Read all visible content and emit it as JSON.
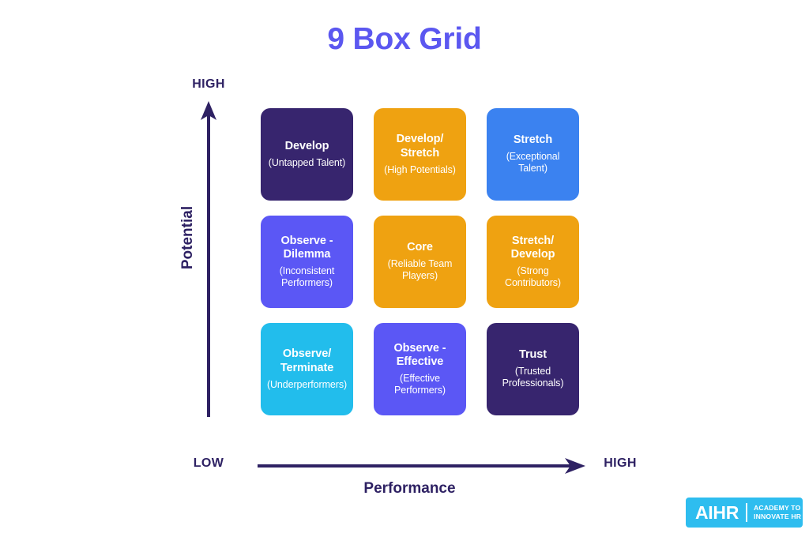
{
  "title": "9 Box Grid",
  "colors": {
    "title": "#5b57f0",
    "axis": "#2e2163",
    "dark_purple": "#37256e",
    "orange": "#efa211",
    "blue": "#3b82f0",
    "indigo": "#5b57f5",
    "cyan": "#22bdec",
    "logo_bg": "#2ebdef"
  },
  "axes": {
    "y": {
      "title": "Potential",
      "high_label": "HIGH",
      "arrow_icon": "arrow-up-icon"
    },
    "x": {
      "title": "Performance",
      "low_label": "LOW",
      "high_label": "HIGH",
      "arrow_icon": "arrow-right-icon"
    }
  },
  "grid": {
    "rows": 3,
    "columns": 3,
    "cells": [
      {
        "id": "develop",
        "title": "Develop",
        "subtitle": "(Untapped Talent)",
        "color": "#37256e",
        "row": "high-potential",
        "column": "low-performance"
      },
      {
        "id": "develop-stretch",
        "title": "Develop/\nStretch",
        "subtitle": "(High Potentials)",
        "color": "#efa211",
        "row": "high-potential",
        "column": "medium-performance"
      },
      {
        "id": "stretch",
        "title": "Stretch",
        "subtitle": "(Exceptional\nTalent)",
        "color": "#3b82f0",
        "row": "high-potential",
        "column": "high-performance"
      },
      {
        "id": "observe-dilemma",
        "title": "Observe -\nDilemma",
        "subtitle": "(Inconsistent\nPerformers)",
        "color": "#5b57f5",
        "row": "medium-potential",
        "column": "low-performance"
      },
      {
        "id": "core",
        "title": "Core",
        "subtitle": "(Reliable Team\nPlayers)",
        "color": "#efa211",
        "row": "medium-potential",
        "column": "medium-performance"
      },
      {
        "id": "stretch-develop",
        "title": "Stretch/\nDevelop",
        "subtitle": "(Strong\nContributors)",
        "color": "#efa211",
        "row": "medium-potential",
        "column": "high-performance"
      },
      {
        "id": "observe-terminate",
        "title": "Observe/\nTerminate",
        "subtitle": "(Underperformers)",
        "color": "#22bdec",
        "row": "low-potential",
        "column": "low-performance"
      },
      {
        "id": "observe-effective",
        "title": "Observe -\nEffective",
        "subtitle": "(Effective\nPerformers)",
        "color": "#5b57f5",
        "row": "low-potential",
        "column": "medium-performance"
      },
      {
        "id": "trust",
        "title": "Trust",
        "subtitle": "(Trusted\nProfessionals)",
        "color": "#37256e",
        "row": "low-potential",
        "column": "high-performance"
      }
    ]
  },
  "logo": {
    "mark": "AIHR",
    "tagline_line1": "ACADEMY TO",
    "tagline_line2": "INNOVATE HR"
  }
}
